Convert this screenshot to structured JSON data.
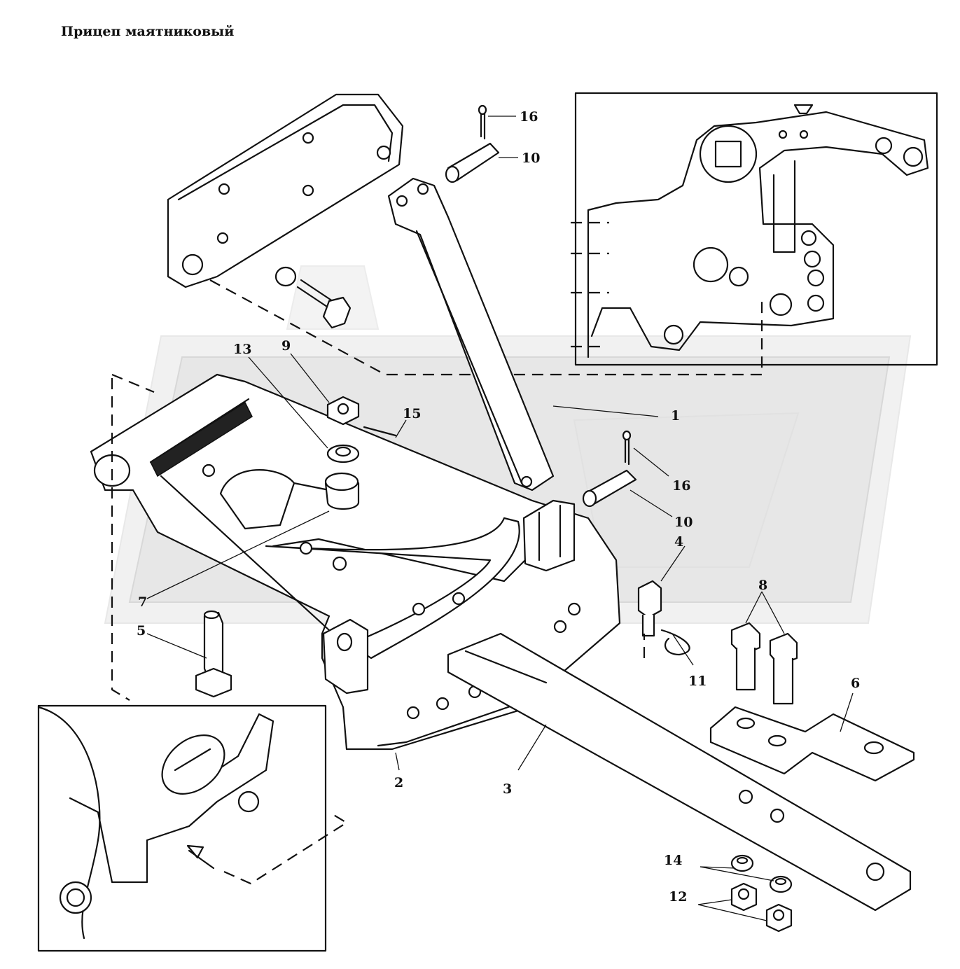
{
  "title": "Прицеп маятниковый",
  "callouts": [
    "1",
    "2",
    "3",
    "4",
    "5",
    "6",
    "7",
    "8",
    "9",
    "10",
    "10",
    "11",
    "12",
    "13",
    "14",
    "15",
    "16",
    "16"
  ],
  "colors": {
    "line": "#111111",
    "watermark": "#e6e6e6",
    "background": "#ffffff"
  }
}
